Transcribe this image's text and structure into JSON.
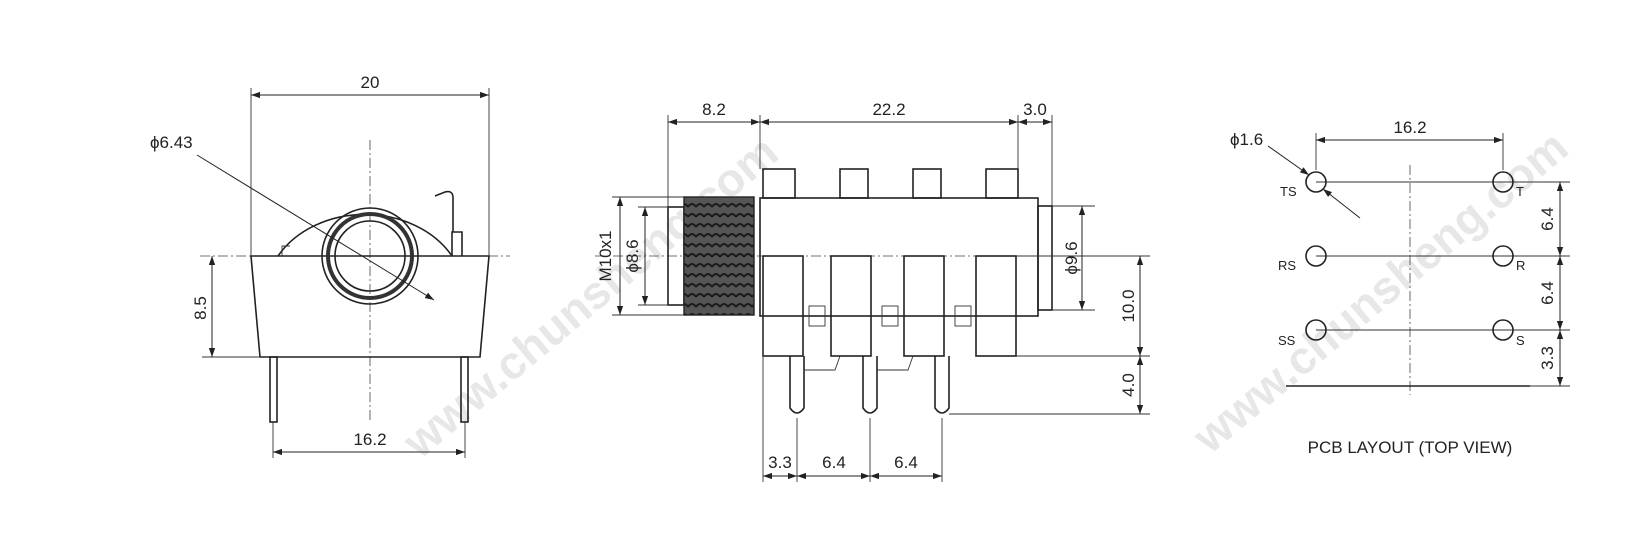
{
  "watermark": "www.chunsheng.com",
  "front_view": {
    "width": "20",
    "hole_diameter": "ϕ6.43",
    "height": "8.5",
    "pin_spacing": "16.2"
  },
  "side_view": {
    "thread_length": "8.2",
    "body_length": "22.2",
    "rear_length": "3.0",
    "thread_spec": "M10x1",
    "thread_diameter": "ϕ8.6",
    "body_diameter": "ϕ9.6",
    "body_height": "10.0",
    "pin_length": "4.0",
    "pin_offset": "3.3",
    "pin_pitch_1": "6.4",
    "pin_pitch_2": "6.4"
  },
  "pcb_layout": {
    "title": "PCB LAYOUT (TOP VIEW)",
    "hole_diameter": "ϕ1.6",
    "width": "16.2",
    "pitch_1": "6.4",
    "pitch_2": "6.4",
    "edge_offset": "3.3",
    "pads": [
      "TS",
      "T",
      "RS",
      "R",
      "SS",
      "S"
    ]
  }
}
